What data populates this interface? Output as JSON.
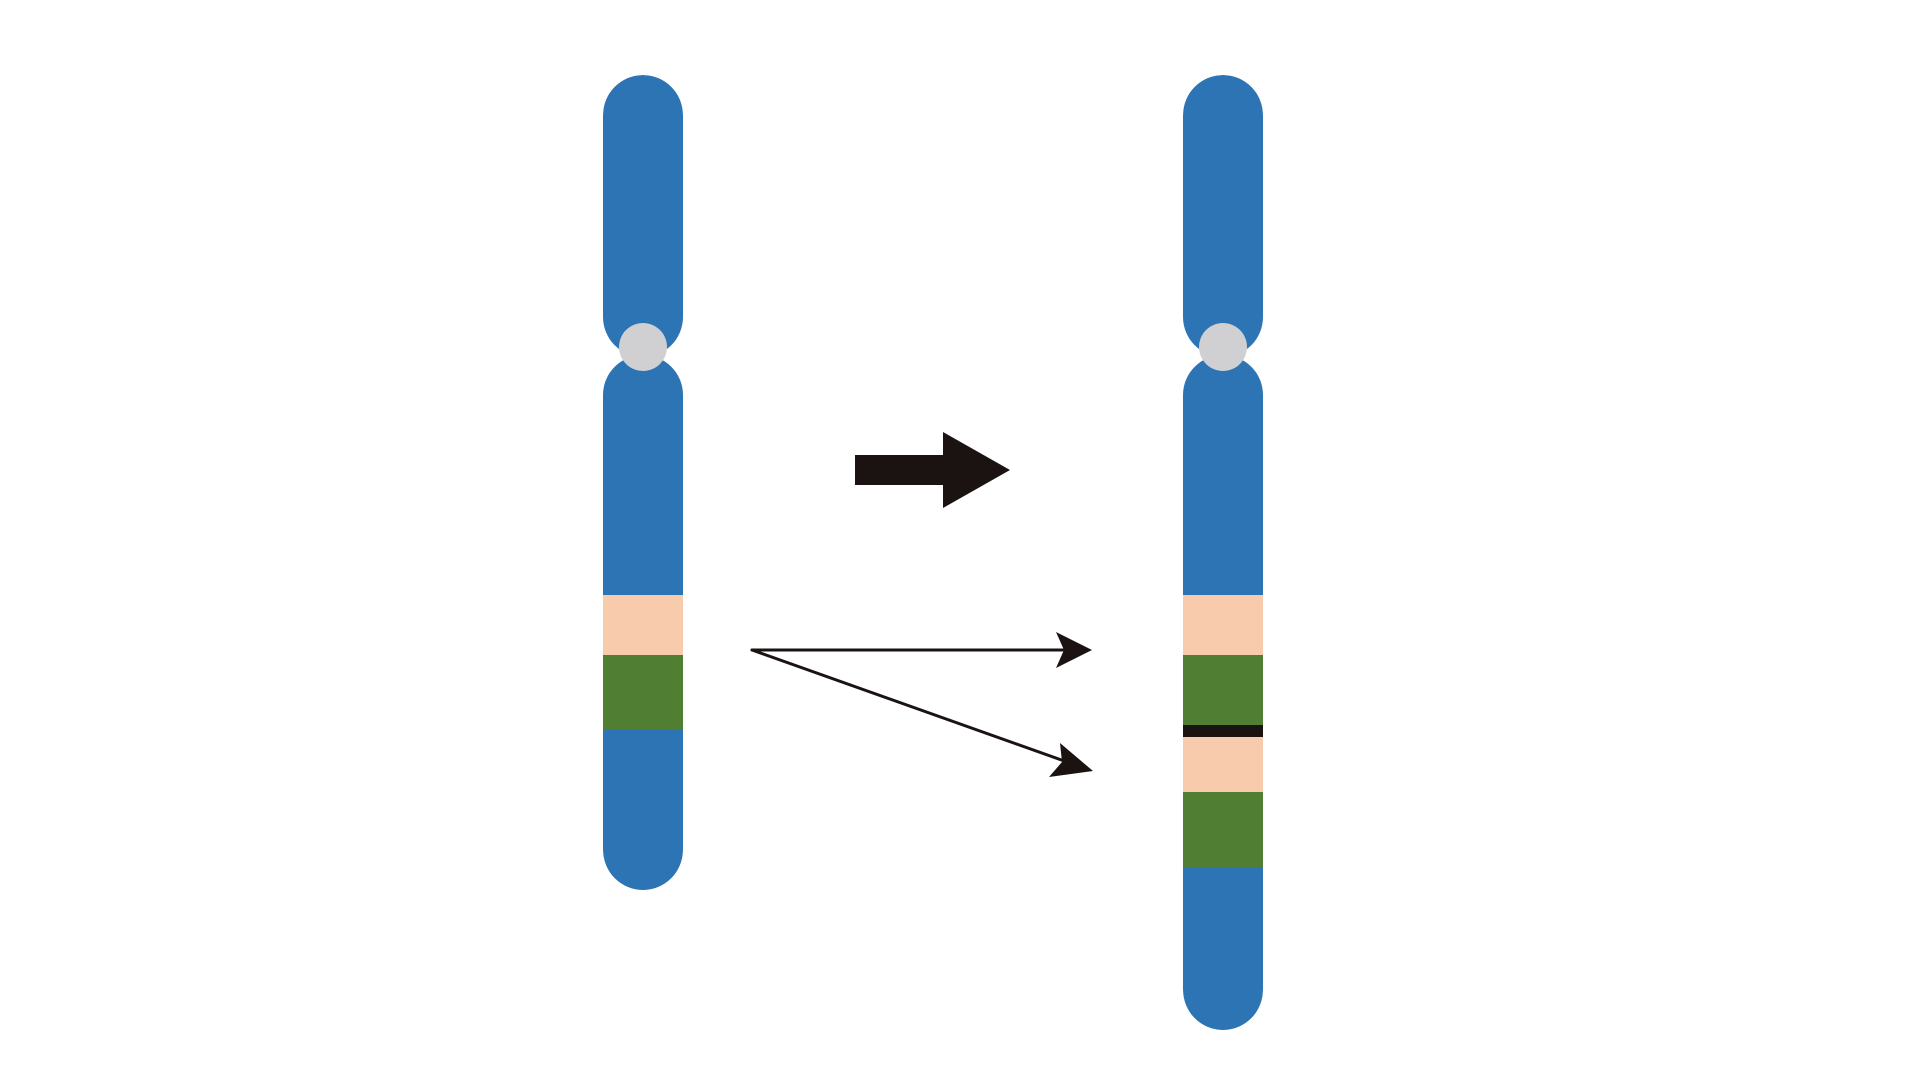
{
  "diagram": {
    "kind": "chromosome-duplication",
    "colors": {
      "background": "#ffffff",
      "chromosome_body": "#2c74b3",
      "centromere": "#d0d0d2",
      "band_peach": "#f8cbad",
      "band_green": "#507e32",
      "junction_line": "#1a1311",
      "arrow": "#1a1311"
    },
    "original_chromosome": {
      "bands": [
        "band_peach",
        "band_green"
      ]
    },
    "duplicated_chromosome": {
      "bands": [
        "band_peach",
        "band_green",
        "junction_line",
        "band_peach",
        "band_green"
      ]
    },
    "arrows": [
      {
        "name": "process-arrow",
        "style": "block"
      },
      {
        "name": "mapping-arrow-upper",
        "style": "thin"
      },
      {
        "name": "mapping-arrow-lower",
        "style": "thin"
      }
    ]
  }
}
